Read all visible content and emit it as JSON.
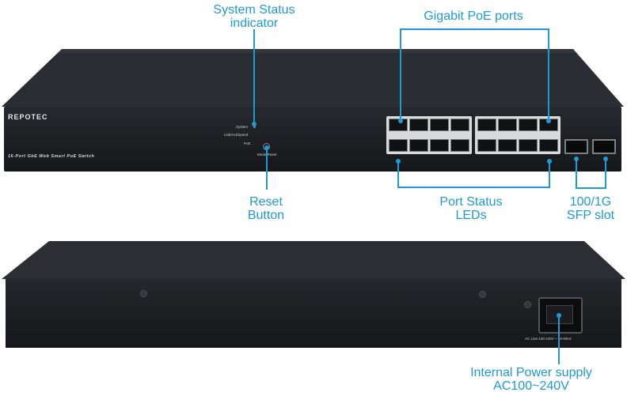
{
  "callouts": {
    "system_status": "System Status\nindicator",
    "gigabit_poe": "Gigabit PoE ports",
    "reset_button": "Reset\nButton",
    "port_status": "Port Status\nLEDs",
    "sfp_slot": "100/1G\nSFP slot",
    "power_supply": "Internal Power supply\nAC100~240V"
  },
  "front": {
    "brand": "REPOTEC",
    "model": "16-Port GbE Web Smart PoE Switch",
    "led_system": "System",
    "led_link": "Link/Act/Speed",
    "led_poe": "PoE",
    "mode_reset": "Mode/Reset"
  },
  "rear": {
    "ac_label": "AC Line:100-240V ~ 50-60Hz"
  },
  "colors": {
    "accent": "#1e9ad6",
    "chassis": "#1f2125"
  }
}
